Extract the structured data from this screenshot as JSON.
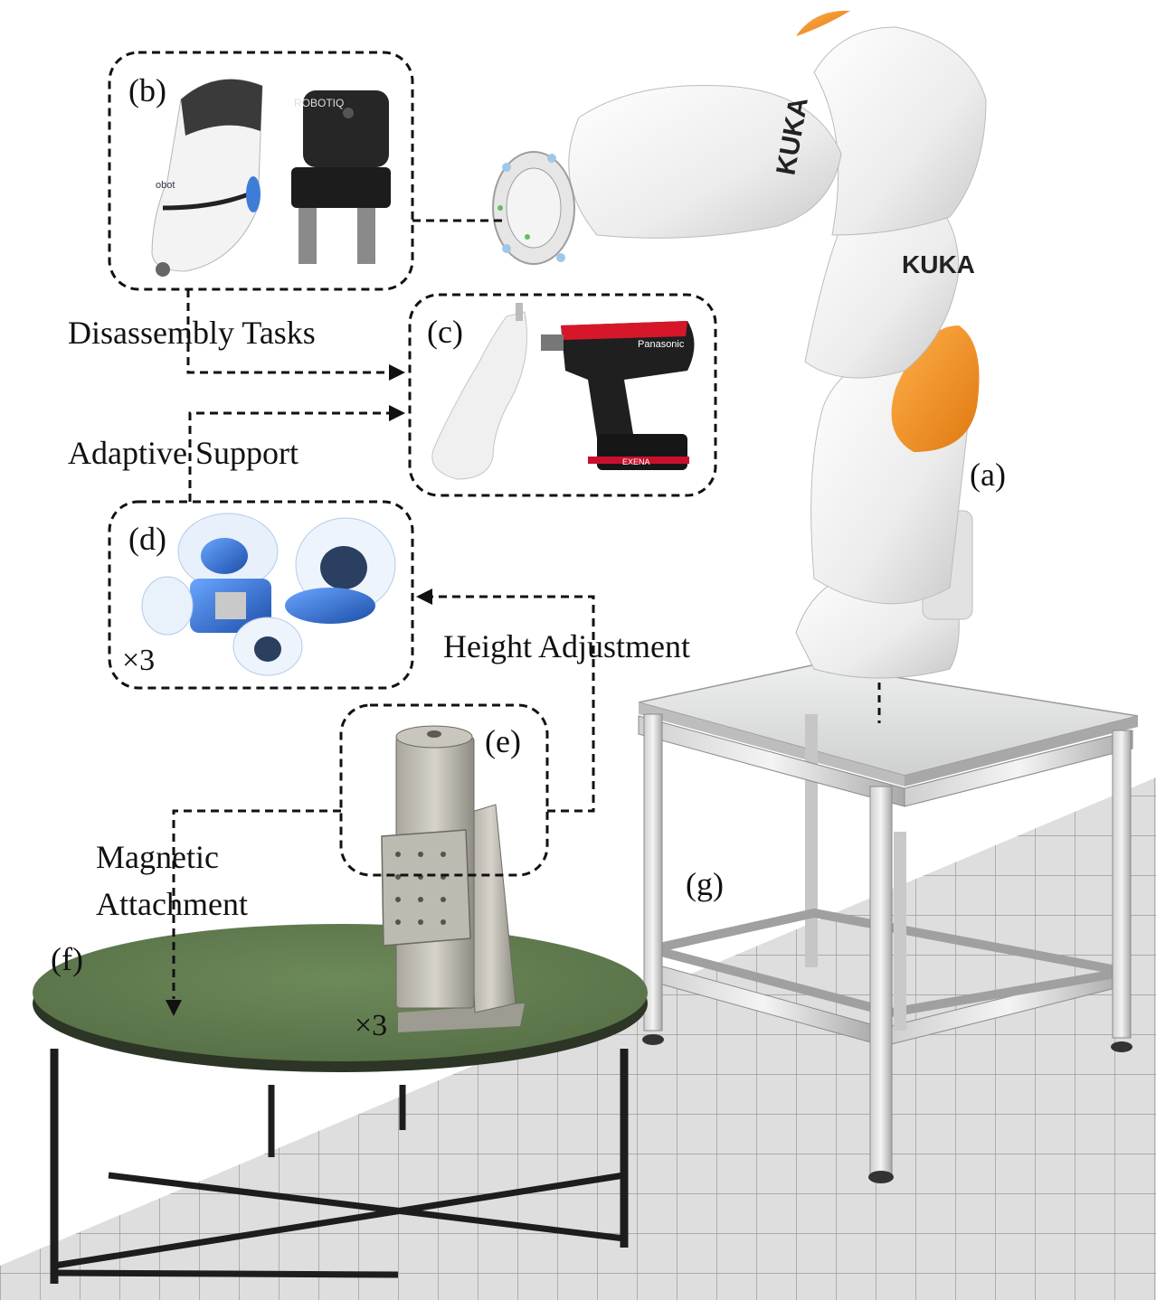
{
  "panels": {
    "a": "(a)",
    "b": "(b)",
    "c": "(c)",
    "d": "(d)",
    "e": "(e)",
    "f": "(f)",
    "g": "(g)"
  },
  "connectors": {
    "disassembly": "Disassembly Tasks",
    "adaptive": "Adaptive Support",
    "height": "Height Adjustment",
    "magnetic_line1": "Magnetic",
    "magnetic_line2": "Attachment"
  },
  "multipliers": {
    "d": "×3",
    "e": "×3"
  },
  "branding": {
    "robot_brand_upper": "KUKA",
    "robot_brand_lower": "KUKA",
    "gripper_brand": "ROBOTIQ",
    "drill_brand": "Panasonic",
    "drill_model": "EXENA",
    "end_effector_brand": "obot"
  },
  "colors": {
    "robot_accent": "#f28c1b",
    "table_top": "#5f7a4e",
    "floor": "#dcdcdc",
    "actuator_blue": "#2a6fcf"
  }
}
